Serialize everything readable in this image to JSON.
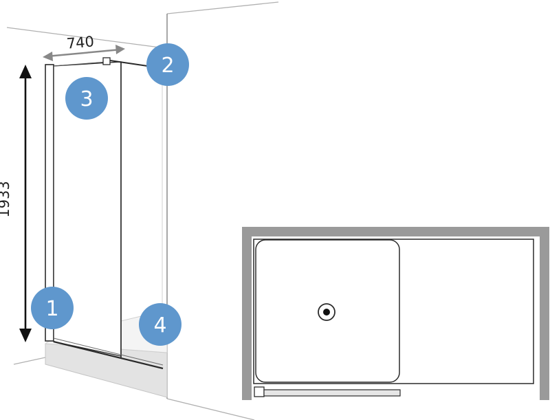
{
  "dimensions": {
    "width_label": "740",
    "height_label": "1933"
  },
  "callouts": [
    {
      "label": "1"
    },
    {
      "label": "2"
    },
    {
      "label": "3"
    },
    {
      "label": "4"
    }
  ],
  "colors": {
    "callout_fill": "#5f97cd",
    "wall_gray": "#9a9a9a",
    "line_dark": "#2a2a2a",
    "line_light": "#a8a8a8"
  }
}
